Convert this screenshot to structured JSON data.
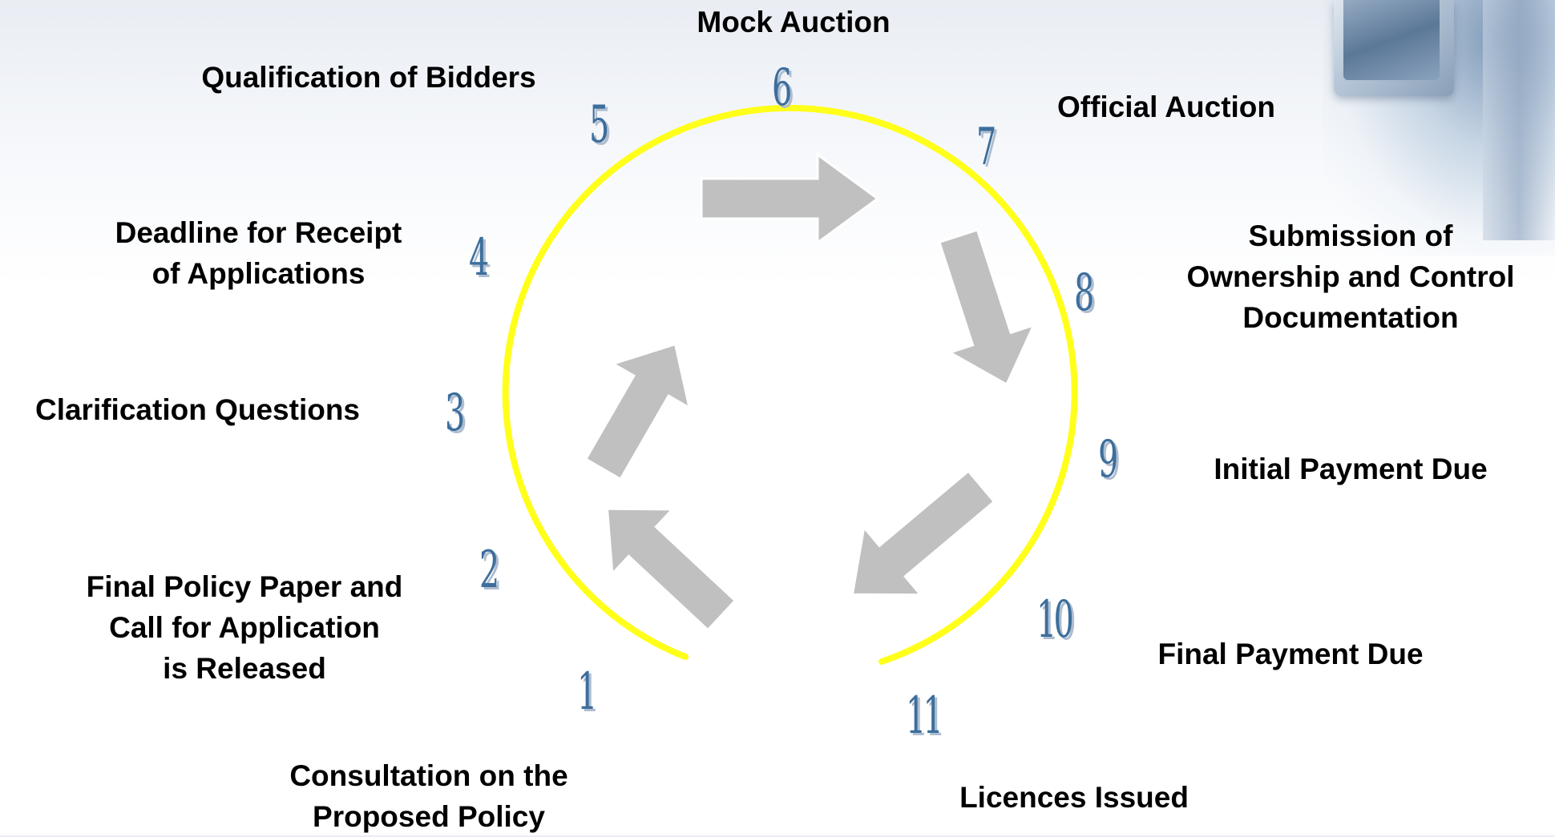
{
  "colors": {
    "ring": "#ffff1a",
    "arrow_fill": "#c0c0c0",
    "arrow_stroke": "#ffffff",
    "number": "#3d6e9c",
    "label": "#000000"
  },
  "steps": [
    {
      "number": "1",
      "label": "Consultation on the\nProposed Policy"
    },
    {
      "number": "2",
      "label": "Final Policy Paper and\nCall for Application\nis Released"
    },
    {
      "number": "3",
      "label": "Clarification Questions"
    },
    {
      "number": "4",
      "label": "Deadline for Receipt\nof Applications"
    },
    {
      "number": "5",
      "label": "Qualification of Bidders"
    },
    {
      "number": "6",
      "label": "Mock Auction"
    },
    {
      "number": "7",
      "label": "Official Auction"
    },
    {
      "number": "8",
      "label": "Submission of\nOwnership and Control\nDocumentation"
    },
    {
      "number": "9",
      "label": "Initial Payment Due"
    },
    {
      "number": "10",
      "label": "Final Payment Due"
    },
    {
      "number": "11",
      "label": "Licences Issued"
    }
  ]
}
